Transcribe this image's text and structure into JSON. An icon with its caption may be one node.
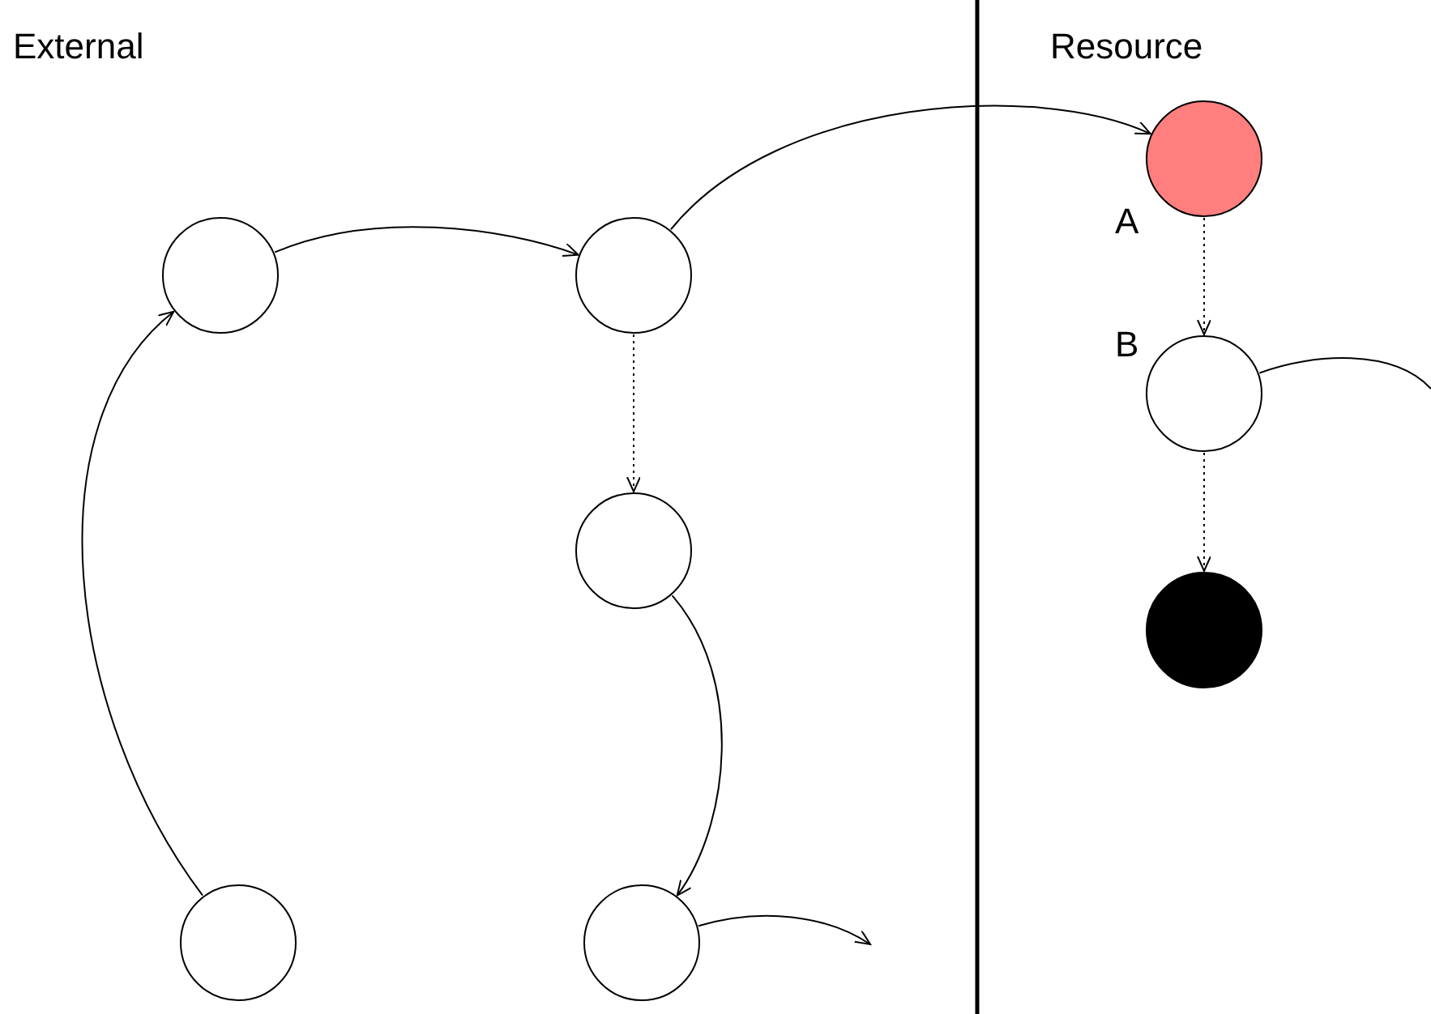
{
  "diagram": {
    "nodes": [
      {
        "text": [],
        "shape": "circle"
      },
      {
        "text": [],
        "shape": "circle"
      },
      {
        "text": [],
        "shape": "circle"
      },
      {
        "text": [],
        "shape": "circle"
      },
      {
        "text": [],
        "shape": "circle"
      },
      {
        "text": [],
        "shape": "circle",
        "beside": [
          "A"
        ]
      },
      {
        "text": [],
        "shape": "circle",
        "beside": [
          "B"
        ]
      },
      {
        "text": [],
        "shape": "circle"
      }
    ],
    "edges": [
      {
        "from": 3,
        "to": 0,
        "arrow": "to"
      },
      {
        "from": 0,
        "to": 1,
        "arrow": "to"
      },
      {
        "from": 1,
        "to": 2,
        "arrow": "to",
        "style": "dashed"
      },
      {
        "from": 1,
        "to": 5,
        "arrow": "to"
      },
      {
        "from": 2,
        "to": 4,
        "arrow": "to"
      },
      {
        "from": 4,
        "to": null,
        "arrow": "to"
      },
      {
        "from": 5,
        "to": 6,
        "arrow": "to",
        "style": "dashed"
      },
      {
        "from": 6,
        "to": 7,
        "arrow": "to",
        "style": "dashed"
      },
      {
        "from": 6,
        "to": null,
        "arrow": "none"
      }
    ],
    "labels": [
      "External",
      "Resource"
    ]
  }
}
